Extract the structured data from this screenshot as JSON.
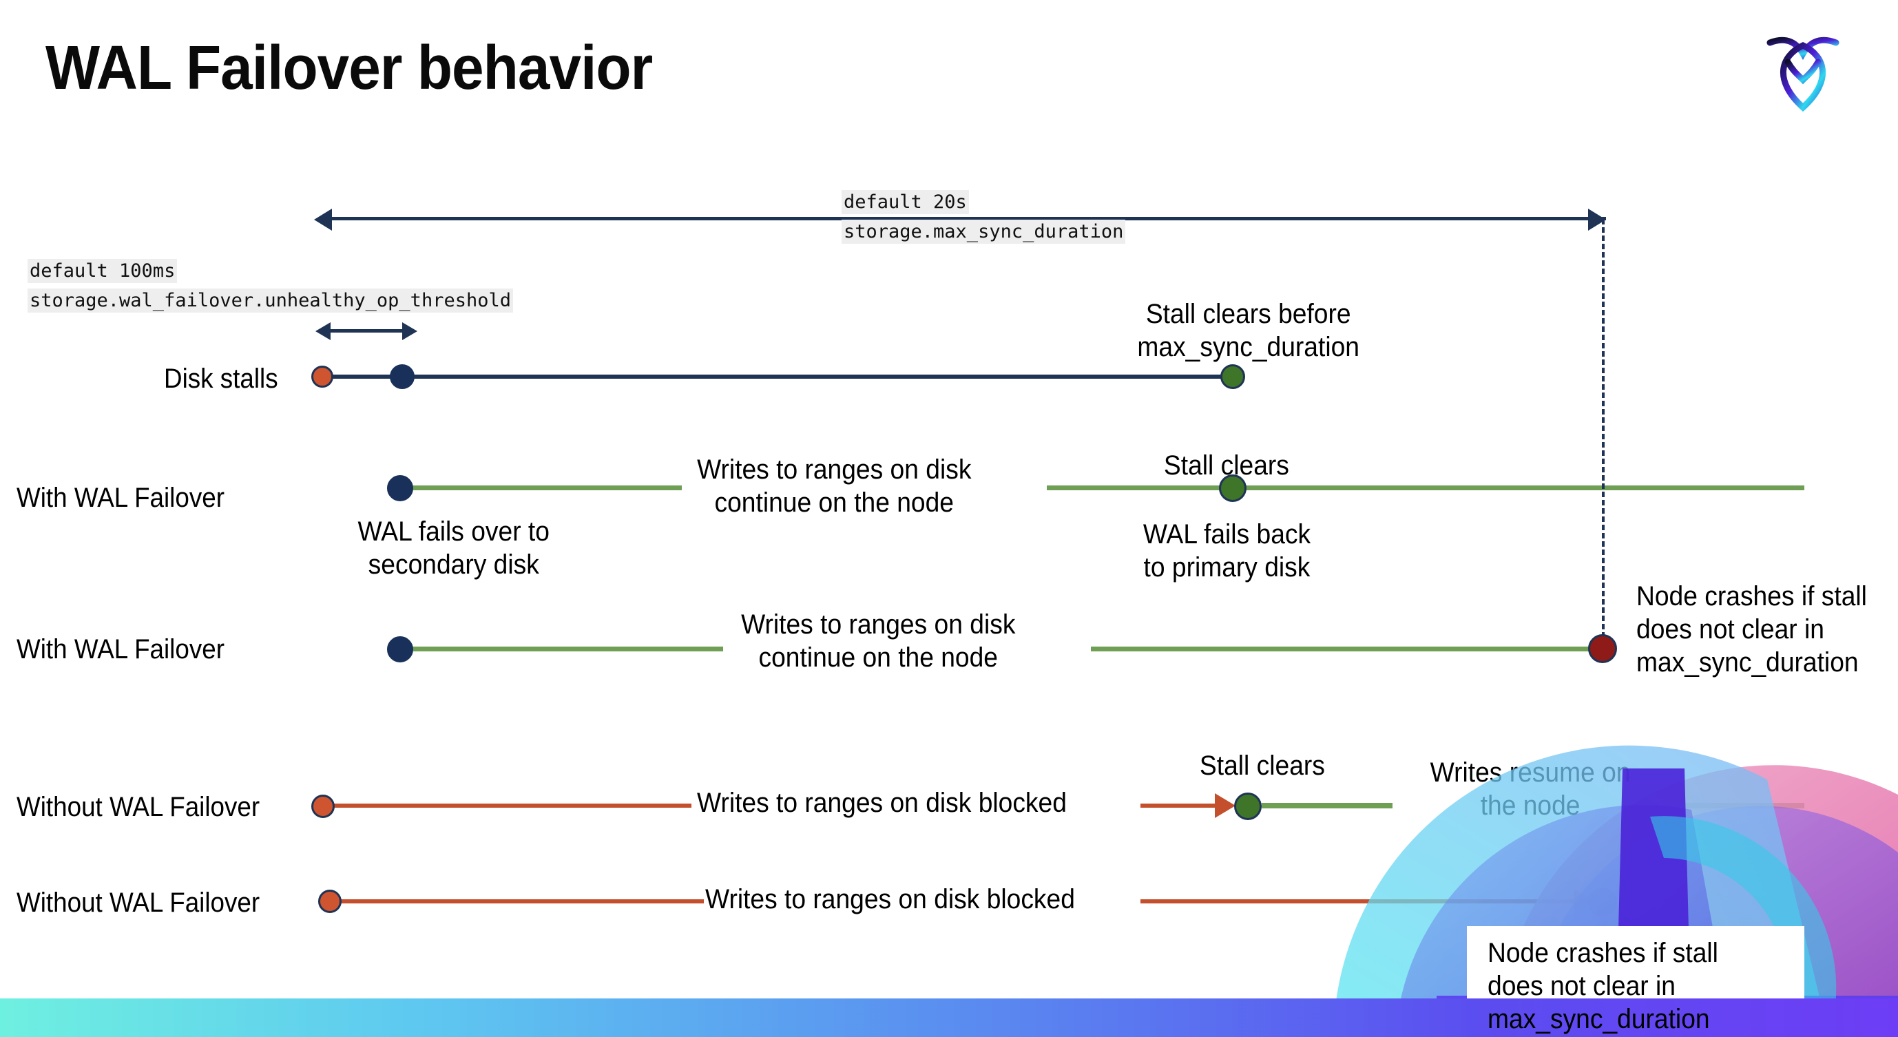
{
  "slide": {
    "title": "WAL Failover behavior",
    "logo_name": "cockroachdb-logo"
  },
  "settings": [
    {
      "id": "max-sync-duration",
      "default_line": "default 20s",
      "setting_line": "storage.max_sync_duration"
    },
    {
      "id": "unhealthy-op-threshold",
      "default_line": "default 100ms",
      "setting_line": "storage.wal_failover.unhealthy_op_threshold"
    }
  ],
  "rows": [
    {
      "id": "disk-stalls",
      "label": "Disk stalls",
      "annotations": [
        "Stall clears before\nmax_sync_duration"
      ]
    },
    {
      "id": "with-wal-failover-clears",
      "label": "With WAL Failover",
      "annotations": [
        "WAL fails over to\nsecondary disk",
        "Writes to ranges on disk\ncontinue on the node",
        "Stall clears",
        "WAL fails  back\nto primary disk"
      ]
    },
    {
      "id": "with-wal-failover-crash",
      "label": "With WAL Failover",
      "annotations": [
        "Writes to ranges on disk\ncontinue on the node",
        "Node crashes if stall\ndoes not clear in\nmax_sync_duration"
      ]
    },
    {
      "id": "without-wal-failover-clears",
      "label": "Without WAL Failover",
      "annotations": [
        "Writes to ranges on disk  blocked",
        "Stall clears",
        "Writes resume on\nthe node"
      ]
    },
    {
      "id": "without-wal-failover-crash",
      "label": "Without WAL Failover",
      "annotations": [
        "Writes to ranges on disk  blocked",
        "Node crashes if stall\ndoes not clear in\nmax_sync_duration"
      ]
    }
  ],
  "colors": {
    "navy": "#1f3355",
    "green_line": "#6f9f54",
    "green_dot": "#3e7529",
    "orange": "#c34f2c",
    "orange_dot": "#cf5430",
    "dark_red": "#8e1b17",
    "code_bg": "#eeeeee"
  }
}
